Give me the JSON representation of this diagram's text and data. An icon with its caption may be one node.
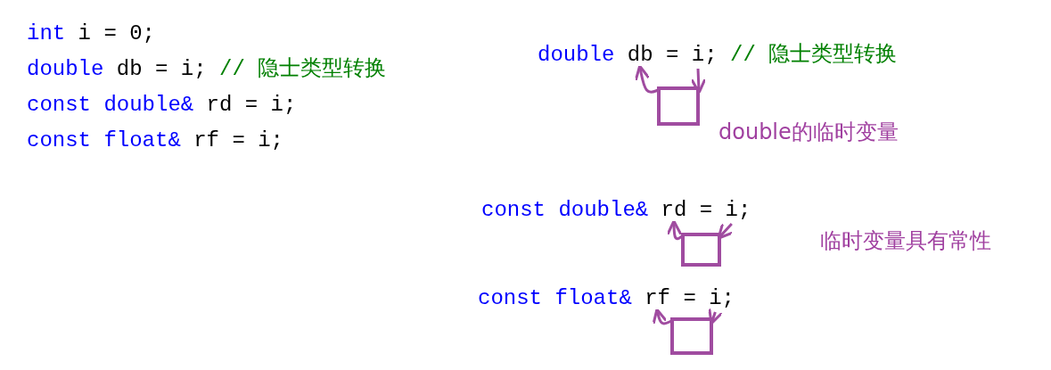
{
  "diagram": {
    "nodes": [
      {
        "text": [
          "db"
        ]
      },
      {
        "text": [
          "i"
        ]
      },
      {
        "text": [],
        "shape": "box"
      },
      {
        "text": [
          "rd"
        ]
      },
      {
        "text": [
          "i"
        ]
      },
      {
        "text": [],
        "shape": "box"
      },
      {
        "text": [
          "rf"
        ]
      },
      {
        "text": [
          "i"
        ]
      },
      {
        "text": [],
        "shape": "box"
      }
    ],
    "edges": [
      {
        "from": 1,
        "to": 2,
        "arrow": "to"
      },
      {
        "from": 2,
        "to": 0,
        "arrow": "to"
      },
      {
        "from": 4,
        "to": 5,
        "arrow": "to"
      },
      {
        "from": 5,
        "to": 3,
        "arrow": "to"
      },
      {
        "from": 7,
        "to": 8,
        "arrow": "to"
      },
      {
        "from": 8,
        "to": 6,
        "arrow": "to"
      }
    ],
    "labels": [
      "int",
      "i = 0;",
      "double",
      "db = i;",
      "// 隐士类型转换",
      "const double&",
      "rd = i;",
      "const float&",
      "rf = i;",
      "double",
      "=",
      ";",
      "// 隐士类型转换",
      "double的临时变量",
      "const double&",
      "=",
      ";",
      "临时变量具有常性",
      "const float&",
      "=",
      ";"
    ]
  }
}
